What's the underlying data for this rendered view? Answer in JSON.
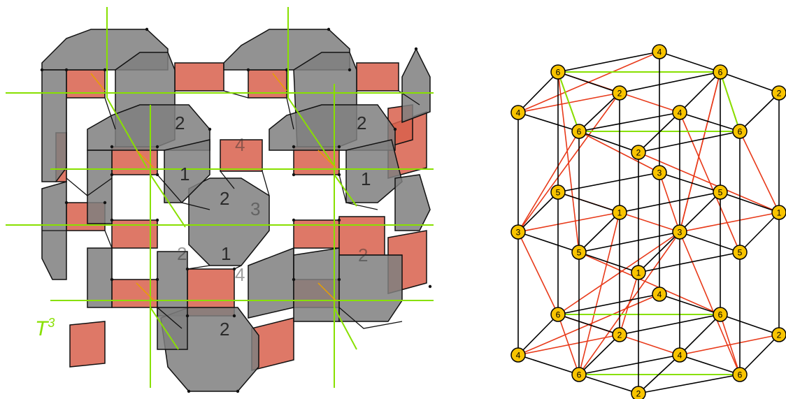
{
  "left_panel": {
    "torus_label": "T",
    "torus_exponent": "3",
    "cell_labels": [
      "2",
      "2",
      "2",
      "1",
      "1",
      "1",
      "2",
      "3",
      "4",
      "4",
      "2",
      "2"
    ]
  },
  "right_panel": {
    "node_labels": {
      "n1": "4",
      "n2": "6",
      "n3": "6",
      "n4": "2",
      "n5": "2",
      "n6": "4",
      "n7": "6",
      "n8": "4",
      "n9": "6",
      "n10": "2",
      "n11": "3",
      "n12": "5",
      "n13": "5",
      "n14": "1",
      "n15": "1",
      "n16": "3",
      "n17": "3",
      "n18": "5",
      "n19": "5",
      "n20": "1",
      "n21": "4",
      "n22": "6",
      "n23": "6",
      "n24": "2",
      "n25": "2",
      "n26": "4",
      "n27": "4",
      "n28": "6",
      "n29": "6",
      "n30": "2"
    }
  },
  "colors": {
    "gray_face": "#7f7f7f",
    "red_face": "#d8604c",
    "green_axis": "#88e000",
    "red_edge": "#e83a1a",
    "node_fill": "#f8c400"
  }
}
